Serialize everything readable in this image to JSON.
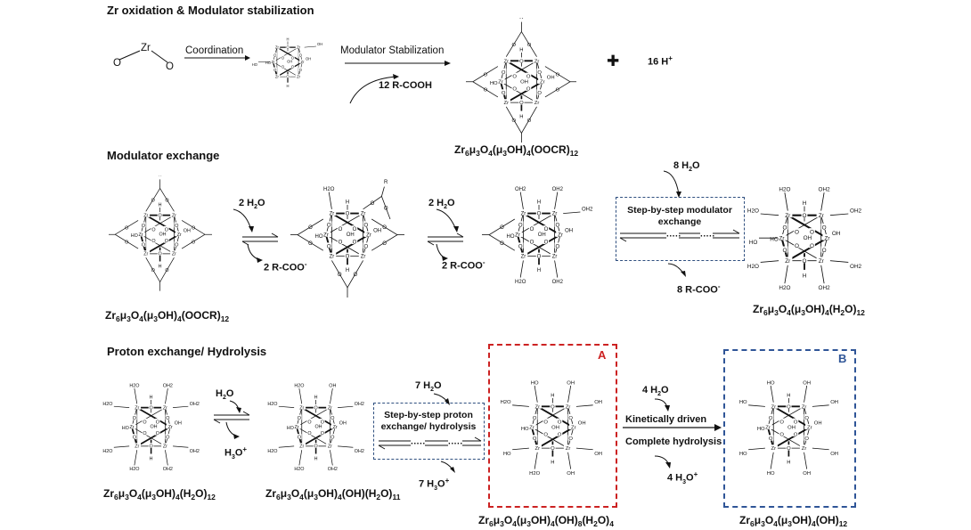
{
  "sections": {
    "s1": "Zr oxidation & Modulator stabilization",
    "s2": "Modulator exchange",
    "s3": "Proton exchange/ Hydrolysis"
  },
  "row1": {
    "atom_o": "O",
    "atom_zr": "Zr",
    "coordination": "Coordination",
    "modulator_stabilization": "Modulator Stabilization",
    "reagent": "12 R-COOH",
    "plus": "✚",
    "protons": "16 H",
    "protons_sup": "+",
    "product_formula": [
      "Zr",
      "6",
      "μ",
      "3",
      "O",
      "4",
      "(μ",
      "3",
      "OH)",
      "4",
      "(OOCR)",
      "12"
    ]
  },
  "row2": {
    "water_1": "2 H",
    "water_1_sub": "2",
    "water_1_tail": "O",
    "carboxylate_1": "2 R-COO",
    "carboxylate_1_sup": "-",
    "water_2": "2 H",
    "water_2_sub": "2",
    "water_2_tail": "O",
    "carboxylate_2": "2 R-COO",
    "carboxylate_2_sup": "-",
    "water_3": "8 H",
    "water_3_sub": "2",
    "water_3_tail": "O",
    "box_text": "Step-by-step modulator exchange",
    "carboxylate_3": "8 R-COO",
    "carboxylate_3_sup": "-",
    "start_formula": "Zr6μ3O4(μ3OH)4(OOCR)12",
    "end_formula": "Zr6μ3O4(μ3OH)4(H2O)12"
  },
  "row3": {
    "water_1": "H",
    "water_1_sub": "2",
    "water_1_tail": "O",
    "hydronium_1": "H",
    "hydronium_1_sub": "3",
    "hydronium_1_tail": "O",
    "hydronium_1_sup": "+",
    "water_2": "7 H",
    "water_2_sub": "2",
    "water_2_tail": "O",
    "box_text": "Step-by-step proton exchange/ hydrolysis",
    "hydronium_2": "7 H",
    "hydronium_2_sub": "3",
    "hydronium_2_tail": "O",
    "hydronium_2_sup": "+",
    "label_a": "A",
    "label_b": "B",
    "water_3": "4 H",
    "water_3_sub": "2",
    "water_3_tail": "O",
    "kinetically": "Kinetically driven",
    "complete": "Complete hydrolysis",
    "hydronium_3": "4 H",
    "hydronium_3_sub": "3",
    "hydronium_3_tail": "O",
    "hydronium_3_sup": "+",
    "formula_1": "Zr6μ3O4(μ3OH)4(H2O)12",
    "formula_2": "Zr6μ3O4(μ3OH)4(OH)(H2O)11",
    "formula_3": "Zr6μ3O4(μ3OH)4(OH)8(H2O)4",
    "formula_4": "Zr6μ3O4(μ3OH)4(OH)12"
  },
  "atoms": {
    "zr": "Zr",
    "o": "O",
    "h": "H",
    "oh": "OH",
    "ho": "HO",
    "oh2": "OH2",
    "h2o": "H2O",
    "r": "R"
  },
  "colors": {
    "box_a": "#cc2222",
    "box_b": "#2f5597",
    "box_dash": "#2f4f7f"
  }
}
